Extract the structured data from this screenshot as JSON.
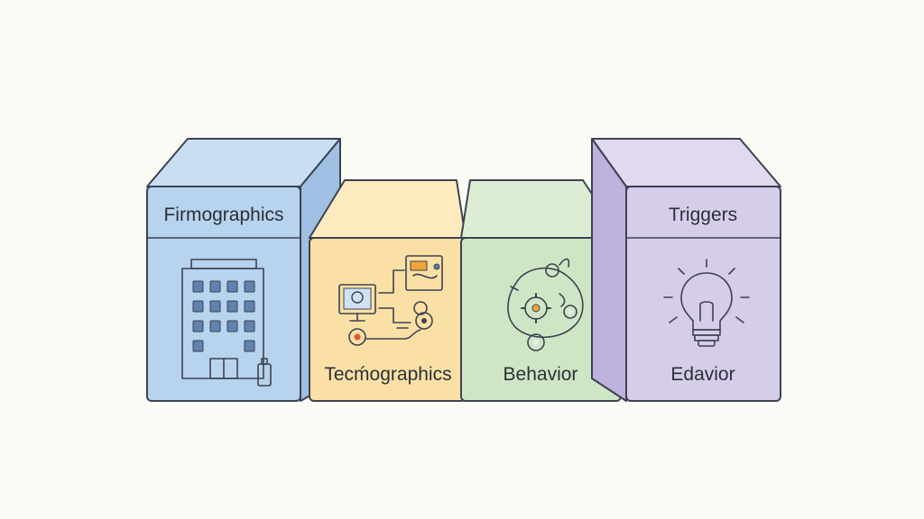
{
  "blocks": [
    {
      "label": "Firmographics",
      "icon": "office-building-icon",
      "colors": {
        "front": "#b8d3ee",
        "top": "#c9def3",
        "side": "#9fc0e3"
      }
    },
    {
      "label": "Tecḿographics",
      "icon": "tech-stack-icon",
      "colors": {
        "front": "#fbe0a6",
        "top": "#fdeabf",
        "side": "#f3cf86"
      }
    },
    {
      "label": "Behavior",
      "icon": "behavior-gears-icon",
      "colors": {
        "front": "#cfe6c6",
        "top": "#dcedd4",
        "side": "#b9d9ad"
      }
    },
    {
      "label": "Triggers",
      "icon": "lightbulb-icon",
      "colors": {
        "front": "#d6cde9",
        "top": "#e1d9f0",
        "side": "#bfb1dd"
      },
      "sublabel": "Edavior"
    }
  ],
  "colors": {
    "outline": "#3c4350",
    "background": "#fbfbf6",
    "accent_orange": "#f2a33a",
    "bulb": "#f8c34a"
  }
}
